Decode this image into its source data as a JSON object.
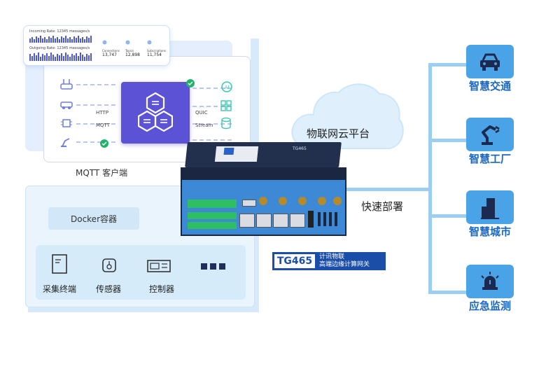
{
  "dashboard": {
    "row1_label": "Incoming Rate: 12345 messages/s",
    "row2_label": "Outgoing Rate: 12345 messages/s",
    "stats": [
      {
        "label": "Connections",
        "value": "13,747"
      },
      {
        "label": "Topics",
        "value": "12,898"
      },
      {
        "label": "Subscriptions",
        "value": "11,754"
      }
    ]
  },
  "mqtt_panel": {
    "left_protocols": [
      "HTTP",
      "MQTT"
    ],
    "right_protocols": [
      "QUIC",
      "Stream"
    ],
    "caption": "MQTT 客户端"
  },
  "cloud_label": "物联网云平台",
  "deploy_label": "快速部署",
  "device": {
    "model": "TG465",
    "desc_line1": "计讯物联",
    "desc_line2": "高端边缘计算网关",
    "front_title": "TG465"
  },
  "edge_panel": {
    "docker_label": "Docker容器",
    "items": [
      {
        "label": "采集终端",
        "icon": "terminal-icon"
      },
      {
        "label": "传感器",
        "icon": "sensor-icon"
      },
      {
        "label": "控制器",
        "icon": "controller-icon"
      }
    ]
  },
  "applications": [
    {
      "label": "智慧交通",
      "icon": "car-icon"
    },
    {
      "label": "智慧工厂",
      "icon": "robot-arm-icon"
    },
    {
      "label": "智慧城市",
      "icon": "building-icon"
    },
    {
      "label": "应急监测",
      "icon": "alarm-light-icon"
    }
  ],
  "colors": {
    "accent": "#4aa3e6",
    "label_blue": "#1a67c2",
    "hex_purple": "#5b52d6",
    "panel_bg": "#eaf4fd",
    "device_body": "#1e2d4a"
  }
}
